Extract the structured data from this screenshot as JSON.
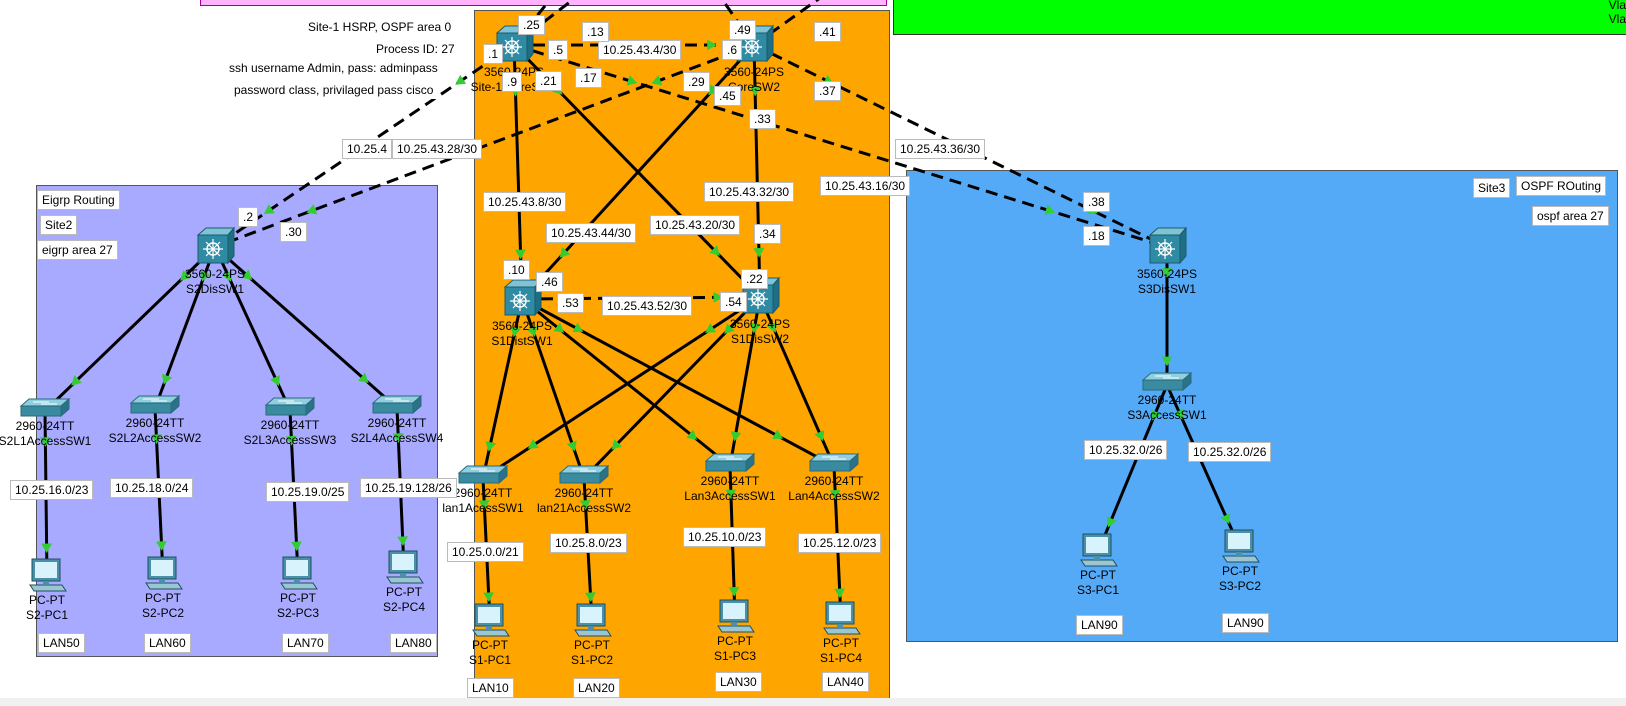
{
  "sites": {
    "site1_notes": [
      "Site-1 HSRP, OSPF area 0",
      "Process ID: 27",
      "ssh username Admin, pass: adminpass",
      "password class, privilaged pass cisco"
    ],
    "site2": {
      "routing": "Eigrp Routing",
      "name": "Site2",
      "area": "eigrp area 27"
    },
    "site3": {
      "name": "Site3",
      "routing": "OSPF ROuting",
      "area": "ospf area 27"
    }
  },
  "top_green_text": [
    "Vla",
    "Vla"
  ],
  "devices": [
    {
      "id": "coresw1",
      "model": "3560-24PS",
      "name": "Site-1 CoreSW1",
      "type": "multilayer"
    },
    {
      "id": "coresw2",
      "model": "3560-24PS",
      "name": "CoreSW2",
      "type": "multilayer"
    },
    {
      "id": "s1distsw1",
      "model": "3560-24PS",
      "name": "S1DistSW1",
      "type": "multilayer"
    },
    {
      "id": "s1dissw2",
      "model": "3560-24PS",
      "name": "S1DisSW2",
      "type": "multilayer"
    },
    {
      "id": "s2dissw1",
      "model": "3560-24PS",
      "name": "S2DisSW1",
      "type": "multilayer"
    },
    {
      "id": "s3dissw1",
      "model": "3560-24PS",
      "name": "S3DisSW1",
      "type": "multilayer"
    },
    {
      "id": "s2l1",
      "model": "2960-24TT",
      "name": "S2L1AccessSW1",
      "type": "switch"
    },
    {
      "id": "s2l2",
      "model": "2960-24TT",
      "name": "S2L2AccessSW2",
      "type": "switch"
    },
    {
      "id": "s2l3",
      "model": "2960-24TT",
      "name": "S2L3AccessSW3",
      "type": "switch"
    },
    {
      "id": "s2l4",
      "model": "2960-24TT",
      "name": "S2L4AccessSW4",
      "type": "switch"
    },
    {
      "id": "lan1",
      "model": "2960-24TT",
      "name": "lan1AcessSW1",
      "type": "switch"
    },
    {
      "id": "lan21",
      "model": "2960-24TT",
      "name": "lan21AccessSW2",
      "type": "switch"
    },
    {
      "id": "lan3",
      "model": "2960-24TT",
      "name": "Lan3AccessSW1",
      "type": "switch"
    },
    {
      "id": "lan4",
      "model": "2960-24TT",
      "name": "Lan4AccessSW2",
      "type": "switch"
    },
    {
      "id": "s3acc",
      "model": "2960-24TT",
      "name": "S3AccessSW1",
      "type": "switch"
    },
    {
      "id": "s2pc1",
      "model": "PC-PT",
      "name": "S2-PC1",
      "type": "pc",
      "lan": "LAN50"
    },
    {
      "id": "s2pc2",
      "model": "PC-PT",
      "name": "S2-PC2",
      "type": "pc",
      "lan": "LAN60"
    },
    {
      "id": "s2pc3",
      "model": "PC-PT",
      "name": "S2-PC3",
      "type": "pc",
      "lan": "LAN70"
    },
    {
      "id": "s2pc4",
      "model": "PC-PT",
      "name": "S2-PC4",
      "type": "pc",
      "lan": "LAN80"
    },
    {
      "id": "s1pc1",
      "model": "PC-PT",
      "name": "S1-PC1",
      "type": "pc",
      "lan": "LAN10"
    },
    {
      "id": "s1pc2",
      "model": "PC-PT",
      "name": "S1-PC2",
      "type": "pc",
      "lan": "LAN20"
    },
    {
      "id": "s1pc3",
      "model": "PC-PT",
      "name": "S1-PC3",
      "type": "pc",
      "lan": "LAN30"
    },
    {
      "id": "s1pc4",
      "model": "PC-PT",
      "name": "S1-PC4",
      "type": "pc",
      "lan": "LAN40"
    },
    {
      "id": "s3pc1",
      "model": "PC-PT",
      "name": "S3-PC1",
      "type": "pc",
      "lan": "LAN90"
    },
    {
      "id": "s3pc2",
      "model": "PC-PT",
      "name": "S3-PC2",
      "type": "pc",
      "lan": "LAN90"
    }
  ],
  "links": [
    {
      "from": "coresw1",
      "to": "coresw2",
      "style": "dashed",
      "subnet": "10.25.43.4/30",
      "ends": [
        ".5",
        ".6"
      ]
    },
    {
      "from": "coresw1",
      "to": "s1distsw1",
      "style": "solid",
      "subnet": "10.25.43.8/30",
      "ends": [
        ".9",
        ".10"
      ]
    },
    {
      "from": "coresw1",
      "to": "s1dissw2",
      "style": "solid",
      "subnet": "10.25.43.20/30",
      "ends": [
        ".21",
        ".22"
      ]
    },
    {
      "from": "coresw2",
      "to": "s1distsw1",
      "style": "solid",
      "subnet": "10.25.43.44/30",
      "ends": [
        ".45",
        ".46"
      ]
    },
    {
      "from": "coresw2",
      "to": "s1dissw2",
      "style": "solid",
      "subnet": "10.25.43.32/30",
      "ends": [
        ".33",
        ".34"
      ]
    },
    {
      "from": "s1distsw1",
      "to": "s1dissw2",
      "style": "dashed",
      "subnet": "10.25.43.52/30",
      "ends": [
        ".53",
        ".54"
      ]
    },
    {
      "from": "coresw1",
      "to": "s2dissw1",
      "style": "dashed",
      "subnet": "10.25.4",
      "ends": [
        ".1",
        ".2"
      ]
    },
    {
      "from": "coresw2",
      "to": "s2dissw1",
      "style": "dashed",
      "subnet": "10.25.43.28/30",
      "ends": [
        ".29",
        ".30"
      ]
    },
    {
      "from": "coresw1",
      "to": "s3dissw1",
      "style": "dashed",
      "subnet": "10.25.43.16/30",
      "ends": [
        ".17",
        ".18"
      ]
    },
    {
      "from": "coresw2",
      "to": "s3dissw1",
      "style": "dashed",
      "subnet": "10.25.43.36/30",
      "ends": [
        ".37",
        ".38"
      ]
    },
    {
      "from": "coresw1",
      "to": "top",
      "style": "dashed",
      "subnet": "",
      "ends": [
        ".25",
        ""
      ]
    },
    {
      "from": "coresw1",
      "to": "top",
      "style": "dashed",
      "subnet": "",
      "ends": [
        ".13",
        ""
      ]
    },
    {
      "from": "coresw2",
      "to": "top",
      "style": "dashed",
      "subnet": "",
      "ends": [
        ".49",
        ""
      ]
    },
    {
      "from": "coresw2",
      "to": "top",
      "style": "dashed",
      "subnet": "",
      "ends": [
        ".41",
        ""
      ]
    },
    {
      "from": "s2dissw1",
      "to": "s2l1",
      "style": "solid",
      "subnet": "",
      "ends": [
        "",
        ""
      ]
    },
    {
      "from": "s2dissw1",
      "to": "s2l2",
      "style": "solid",
      "subnet": "",
      "ends": [
        "",
        ""
      ]
    },
    {
      "from": "s2dissw1",
      "to": "s2l3",
      "style": "solid",
      "subnet": "",
      "ends": [
        "",
        ""
      ]
    },
    {
      "from": "s2dissw1",
      "to": "s2l4",
      "style": "solid",
      "subnet": "",
      "ends": [
        "",
        ""
      ]
    },
    {
      "from": "s2l1",
      "to": "s2pc1",
      "style": "solid",
      "subnet": "10.25.16.0/23",
      "ends": [
        "",
        ""
      ]
    },
    {
      "from": "s2l2",
      "to": "s2pc2",
      "style": "solid",
      "subnet": "10.25.18.0/24",
      "ends": [
        "",
        ""
      ]
    },
    {
      "from": "s2l3",
      "to": "s2pc3",
      "style": "solid",
      "subnet": "10.25.19.0/25",
      "ends": [
        "",
        ""
      ]
    },
    {
      "from": "s2l4",
      "to": "s2pc4",
      "style": "solid",
      "subnet": "10.25.19.128/26",
      "ends": [
        "",
        ""
      ]
    },
    {
      "from": "s1distsw1",
      "to": "lan1",
      "style": "solid",
      "subnet": "",
      "ends": [
        "",
        ""
      ]
    },
    {
      "from": "s1distsw1",
      "to": "lan21",
      "style": "solid",
      "subnet": "",
      "ends": [
        "",
        ""
      ]
    },
    {
      "from": "s1distsw1",
      "to": "lan3",
      "style": "solid",
      "subnet": "",
      "ends": [
        "",
        ""
      ]
    },
    {
      "from": "s1distsw1",
      "to": "lan4",
      "style": "solid",
      "subnet": "",
      "ends": [
        "",
        ""
      ]
    },
    {
      "from": "s1dissw2",
      "to": "lan1",
      "style": "solid",
      "subnet": "",
      "ends": [
        "",
        ""
      ]
    },
    {
      "from": "s1dissw2",
      "to": "lan21",
      "style": "solid",
      "subnet": "",
      "ends": [
        "",
        ""
      ]
    },
    {
      "from": "s1dissw2",
      "to": "lan3",
      "style": "solid",
      "subnet": "",
      "ends": [
        "",
        ""
      ]
    },
    {
      "from": "s1dissw2",
      "to": "lan4",
      "style": "solid",
      "subnet": "",
      "ends": [
        "",
        ""
      ]
    },
    {
      "from": "lan1",
      "to": "s1pc1",
      "style": "solid",
      "subnet": "10.25.0.0/21",
      "ends": [
        "",
        ""
      ]
    },
    {
      "from": "lan21",
      "to": "s1pc2",
      "style": "solid",
      "subnet": "10.25.8.0/23",
      "ends": [
        "",
        ""
      ]
    },
    {
      "from": "lan3",
      "to": "s1pc3",
      "style": "solid",
      "subnet": "10.25.10.0/23",
      "ends": [
        "",
        ""
      ]
    },
    {
      "from": "lan4",
      "to": "s1pc4",
      "style": "solid",
      "subnet": "10.25.12.0/23",
      "ends": [
        "",
        ""
      ]
    },
    {
      "from": "s3dissw1",
      "to": "s3acc",
      "style": "solid",
      "subnet": "",
      "ends": [
        "",
        ""
      ]
    },
    {
      "from": "s3acc",
      "to": "s3pc1",
      "style": "solid",
      "subnet": "10.25.32.0/26",
      "ends": [
        "",
        ""
      ]
    },
    {
      "from": "s3acc",
      "to": "s3pc2",
      "style": "solid",
      "subnet": "10.25.32.0/26",
      "ends": [
        "",
        ""
      ]
    }
  ],
  "colors": {
    "site1": "#ffa500",
    "site2": "#a8aaff",
    "site3": "#55aaf8",
    "link": "#000000",
    "port_up": "#33cc33",
    "port_down": "#ff6633",
    "device": "#3a8aa0"
  }
}
